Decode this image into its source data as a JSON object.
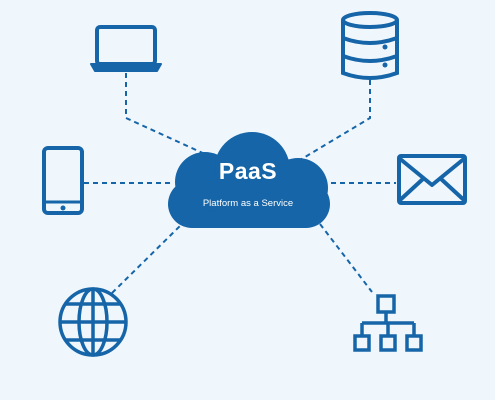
{
  "diagram": {
    "title": "PaaS",
    "subtitle": "Platform as a Service",
    "nodes": [
      {
        "id": "laptop",
        "icon": "laptop-icon"
      },
      {
        "id": "database",
        "icon": "database-icon"
      },
      {
        "id": "mobile",
        "icon": "smartphone-icon"
      },
      {
        "id": "email",
        "icon": "envelope-icon"
      },
      {
        "id": "web",
        "icon": "globe-icon"
      },
      {
        "id": "network",
        "icon": "hierarchy-network-icon"
      }
    ],
    "colors": {
      "primary": "#1565a8",
      "background": "#f0f7fc",
      "text_on_cloud": "#ffffff"
    }
  }
}
